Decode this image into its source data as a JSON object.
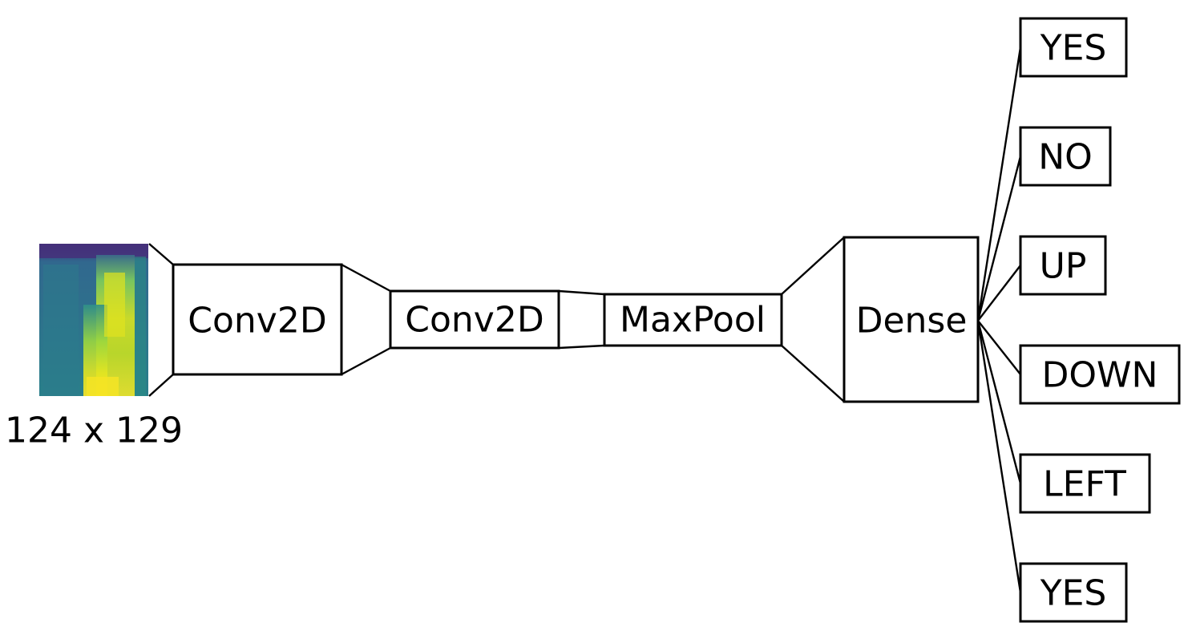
{
  "input": {
    "size_label": "124 x 129",
    "spectrogram_colormap": [
      "#440154",
      "#3b528b",
      "#21908d",
      "#5dc963",
      "#c8e020",
      "#fde725"
    ]
  },
  "layers": [
    {
      "label": "Conv2D"
    },
    {
      "label": "Conv2D"
    },
    {
      "label": "MaxPool"
    },
    {
      "label": "Dense"
    }
  ],
  "outputs": [
    "YES",
    "NO",
    "UP",
    "DOWN",
    "LEFT",
    "YES"
  ]
}
